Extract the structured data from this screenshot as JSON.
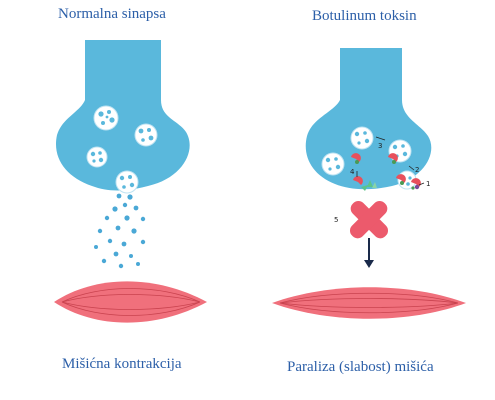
{
  "left_panel": {
    "title": "Normalna sinapsa",
    "caption": "Mišićna kontrakcija"
  },
  "right_panel": {
    "title": "Botulinum toksin",
    "caption": "Paraliza (slabost) mišića",
    "steps": [
      "1",
      "2",
      "3",
      "4",
      "5"
    ]
  },
  "colors": {
    "terminal": "#5ab8dc",
    "neurotransmitter": "#4aa8d6",
    "muscle": "#f0707c",
    "block": "#ec5a6c",
    "label_text": "#2c5fa8",
    "arrow": "#1a2a4a"
  }
}
